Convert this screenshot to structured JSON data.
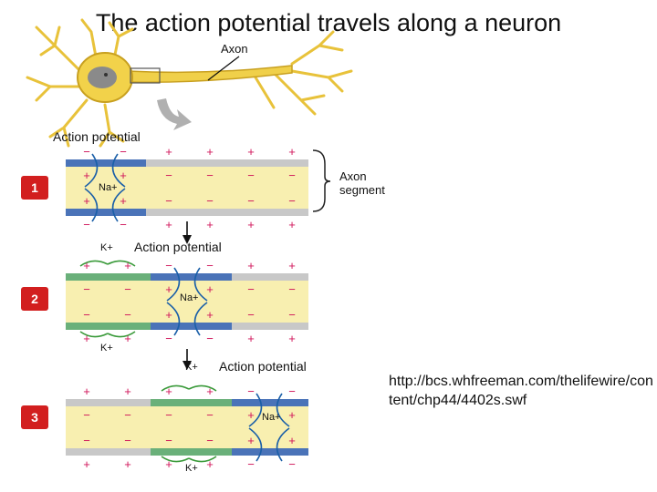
{
  "title": "The action potential travels along a neuron",
  "labels": {
    "axon": "Axon",
    "action_potential_top": "Action potential",
    "axon_segment": "Axon\nsegment",
    "action_potential_2": "Action potential",
    "action_potential_3": "Action potential",
    "na_ion": "Na+",
    "k_ion": "K+"
  },
  "steps": [
    "1",
    "2",
    "3"
  ],
  "url": "http://bcs.whfreeman.com/thelifewire/content/chp44/4402s.swf",
  "colors": {
    "axoplasm": "#f8efb0",
    "active_membrane": "#4a73b8",
    "recovering_membrane": "#6ab07a",
    "resting_membrane": "#c8c8c8",
    "charge": "#d0145a",
    "arrow_na": "#1a5fa8",
    "arrow_k": "#3a9a3a",
    "step_badge": "#d21f1f"
  }
}
